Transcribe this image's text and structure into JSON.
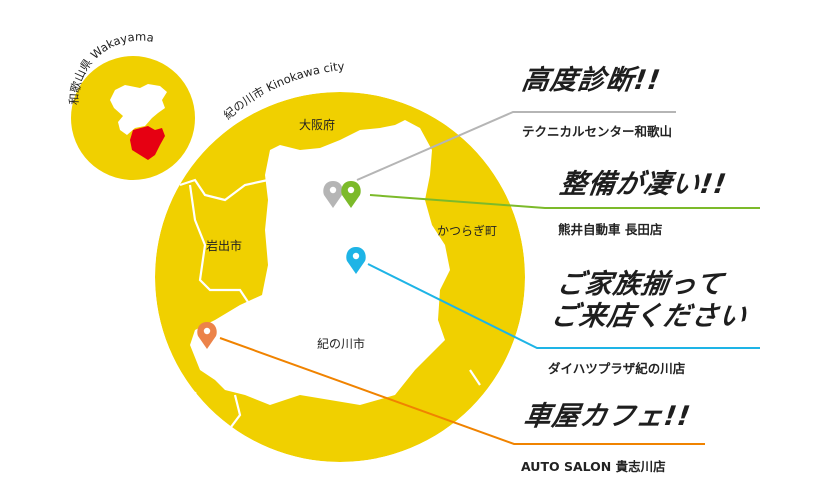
{
  "colors": {
    "map_yellow": "#f0d000",
    "highlight_red": "#e60012",
    "pin_gray": "#b5b5b5",
    "pin_green": "#7cba2a",
    "pin_blue": "#1eb4e6",
    "pin_orange": "#ec8349",
    "line_orange": "#f08300"
  },
  "inset": {
    "title": "和歌山県 Wakayama"
  },
  "main_map": {
    "title": "紀の川市 Kinokawa city",
    "areas": {
      "osaka": "大阪府",
      "iwade": "岩出市",
      "katsuragi": "かつらぎ町",
      "kinokawa": "紀の川市"
    }
  },
  "callouts": [
    {
      "headline": "高度診断!!",
      "shop": "テクニカルセンター和歌山",
      "pin": "gray",
      "line_color": "#b5b5b5"
    },
    {
      "headline": "整備が凄い!!",
      "shop": "熊井自動車 長田店",
      "pin": "green",
      "line_color": "#7cba2a"
    },
    {
      "headline_line1": "ご家族揃って",
      "headline_line2": "ご来店ください",
      "shop": "ダイハツプラザ紀の川店",
      "pin": "blue",
      "line_color": "#1eb4e6"
    },
    {
      "headline": "車屋カフェ!!",
      "shop": "AUTO SALON 貴志川店",
      "pin": "orange",
      "line_color": "#f08300"
    }
  ]
}
